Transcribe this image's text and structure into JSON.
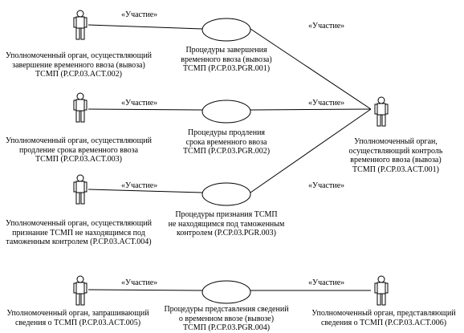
{
  "actors": [
    {
      "id": "act002",
      "lines": [
        "Уполномоченный орган, осуществляющий",
        "завершение временного ввоза (вывоза)",
        "ТСМП (P.CP.03.ACT.002)"
      ]
    },
    {
      "id": "act003",
      "lines": [
        "Уполномоченный орган, осуществляющий",
        "продление срока временного ввоза",
        "ТСМП (P.CP.03.ACT.003)"
      ]
    },
    {
      "id": "act004",
      "lines": [
        "Уполномоченный орган, осуществляющий",
        "признание ТСМП не находящимся под",
        "таможенным контролем (P.CP.03.ACT.004)"
      ]
    },
    {
      "id": "act001",
      "lines": [
        "Уполномоченный орган,",
        "осуществляющий контроль",
        "временного ввоза (вывоза)",
        "ТСМП (P.CP.03.ACT.001)"
      ]
    },
    {
      "id": "act005",
      "lines": [
        "Уполномоченный орган, запрашивающий",
        "сведения о ТСМП (P.CP.03.ACT.005)"
      ]
    },
    {
      "id": "act006",
      "lines": [
        "Уполномоченный орган, представляющий",
        "сведения о ТСМП (P.CP.03.ACT.006)"
      ]
    }
  ],
  "procedures": [
    {
      "id": "pgr001",
      "lines": [
        "Процедуры завершения",
        "временного ввоза (вывоза)",
        "ТСМП (P.CP.03.PGR.001)"
      ]
    },
    {
      "id": "pgr002",
      "lines": [
        "Процедуры продления",
        "срока временного ввоза",
        "ТСМП (P.CP.03.PGR.002)"
      ]
    },
    {
      "id": "pgr003",
      "lines": [
        "Процедуры признания ТСМП",
        "не находящимся под таможенным",
        "контролем (P.CP.03.PGR.003)"
      ]
    },
    {
      "id": "pgr004",
      "lines": [
        "Процедуры представления сведений",
        "о временном ввозе (вывозе)",
        "ТСМП (P.CP.03.PGR.004)"
      ]
    }
  ],
  "stereotype": "«Участие»"
}
